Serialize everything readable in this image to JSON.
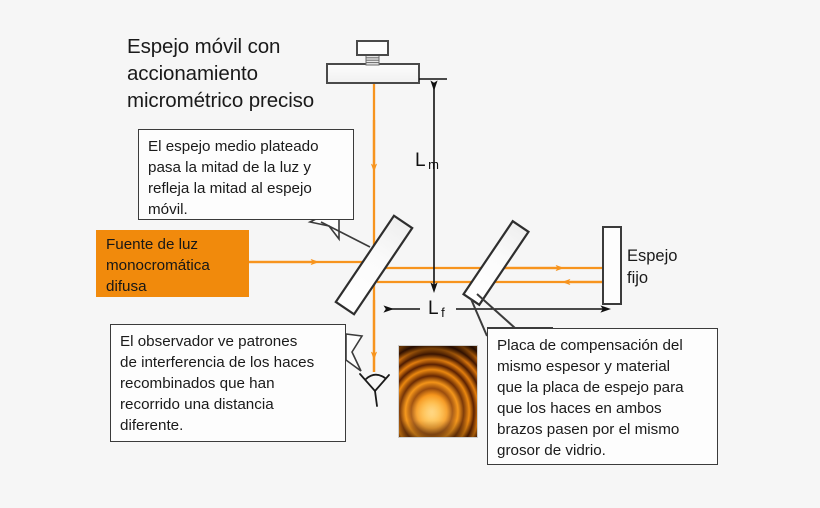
{
  "diagram": {
    "title": "Espejo móvil con accionamiento micrométrico preciso",
    "background_color": "#f6f6f6",
    "beam_color": "#F7941E",
    "source_box_color": "#F18A0C"
  },
  "title_block": {
    "line1": "Espejo móvil con",
    "line2": "accionamiento",
    "line3": "micrométrico preciso"
  },
  "source_box": {
    "line1": "Fuente de luz",
    "line2": "monocromática",
    "line3": "difusa",
    "text": "Fuente de luz monocromática difusa"
  },
  "callouts": {
    "splitter": {
      "line1": "El espejo medio plateado",
      "line2": "pasa la mitad de la luz y",
      "line3": "refleja la mitad al espejo",
      "line4": "móvil.",
      "text": "El espejo medio plateado pasa la mitad de la luz y refleja la mitad al espejo móvil."
    },
    "observer": {
      "line1": "El observador ve patrones",
      "line2": "de interferencia de los haces",
      "line3": "recombinados que han",
      "line4": "recorrido una distancia",
      "line5": "diferente.",
      "text": "El observador ve patrones de interferencia de los haces recombinados que han recorrido una distancia diferente."
    },
    "compensator": {
      "line1": "Placa de compensación del",
      "line2": "mismo espesor y material",
      "line3": "que la placa de espejo para",
      "line4": "que los haces en ambos",
      "line5": "brazos pasen por el mismo",
      "line6": "grosor de vidrio.",
      "text": "Placa de compensación del mismo espesor y material que la placa de espejo para que los haces en ambos brazos pasen por el mismo grosor de vidrio."
    }
  },
  "labels": {
    "moving_arm": {
      "symbol": "L",
      "subscript": "m"
    },
    "fixed_arm": {
      "symbol": "L",
      "subscript": "f"
    },
    "fixed_mirror": {
      "line1": "Espejo",
      "line2": "fijo",
      "text": "Espejo fijo"
    }
  },
  "components": {
    "movable_mirror": "movable-mirror",
    "micrometer_knob": "micrometer-knob",
    "micrometer_screw": "micrometer-screw",
    "beam_splitter": "beam-splitter",
    "compensator_plate": "compensator-plate",
    "fixed_mirror": "fixed-mirror",
    "observer_eye": "observer-eye",
    "fringe_pattern": "interference-fringe-pattern"
  }
}
